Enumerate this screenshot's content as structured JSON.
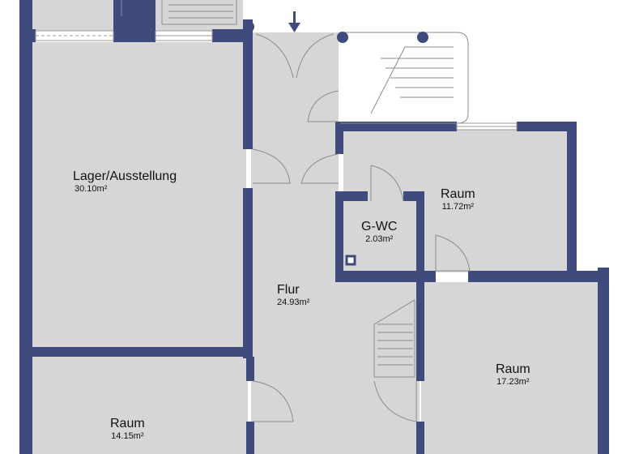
{
  "colors": {
    "wall": "#3f4a7d",
    "floor": "#d6d6d6",
    "outside": "#ffffff",
    "line": "#9a9a9a"
  },
  "rooms": [
    {
      "key": "lager",
      "name": "Lager/Ausstellung",
      "area": "30.10m²"
    },
    {
      "key": "gwc",
      "name": "G-WC",
      "area": "2.03m²"
    },
    {
      "key": "raum1",
      "name": "Raum",
      "area": "11.72m²"
    },
    {
      "key": "flur",
      "name": "Flur",
      "area": "24.93m²"
    },
    {
      "key": "raum2",
      "name": "Raum",
      "area": "17.23m²"
    },
    {
      "key": "raum3",
      "name": "Raum",
      "area": "14.15m²"
    }
  ],
  "icons": [
    "entrance-arrow-icon",
    "stair-icon",
    "door-swing-icon",
    "window-icon",
    "column-icon"
  ]
}
